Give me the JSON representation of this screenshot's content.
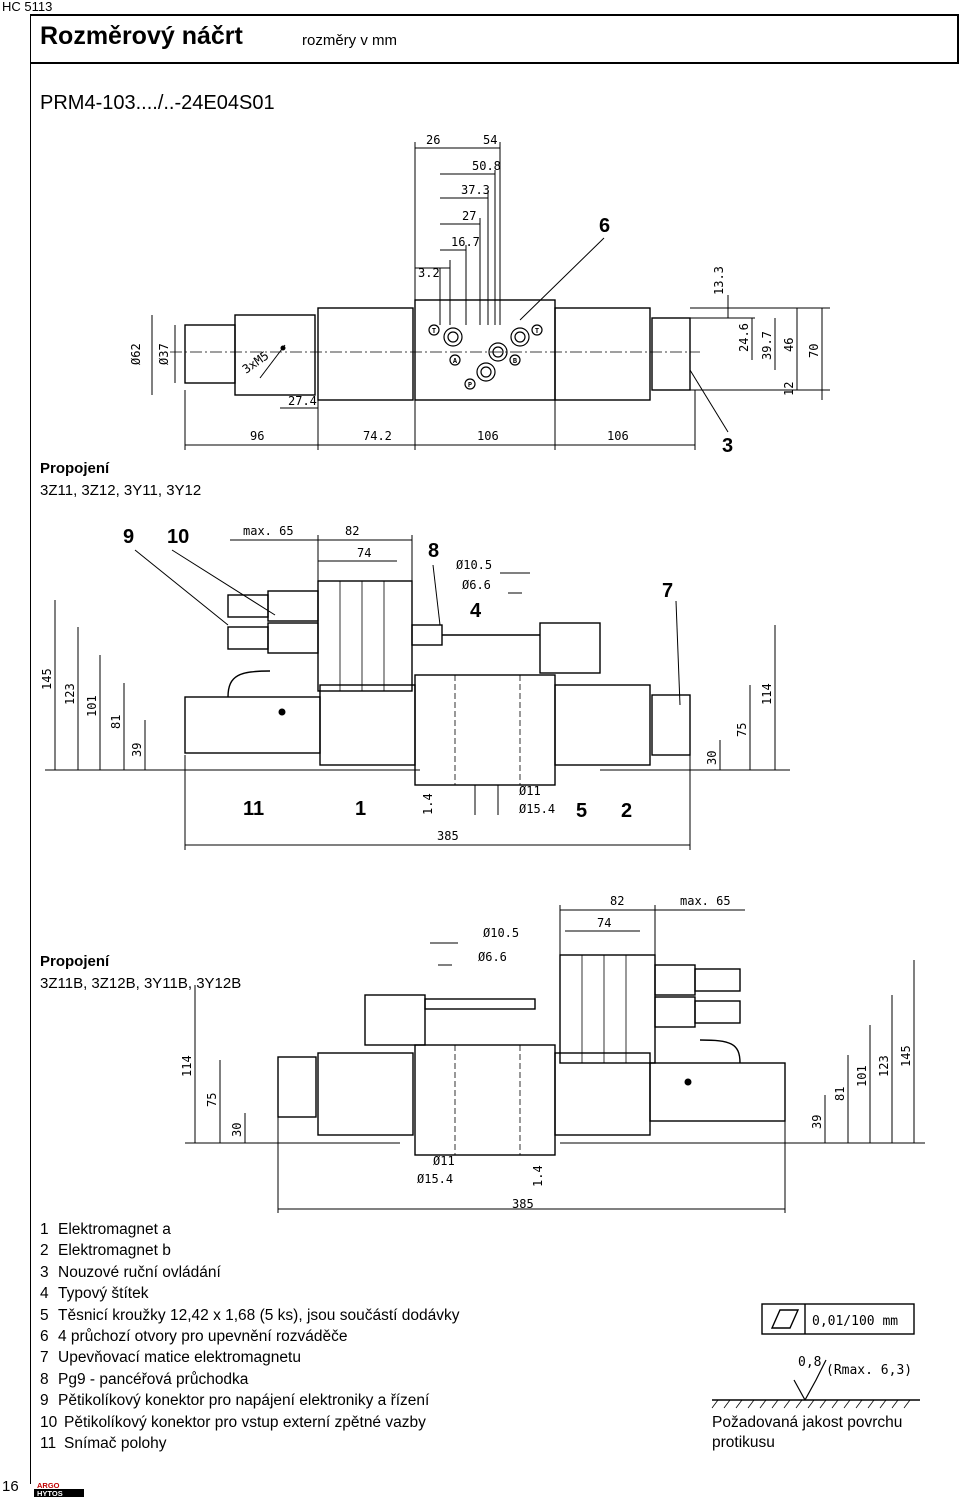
{
  "header": {
    "doc_code": "HC 5113",
    "title": "Rozměrový náčrt",
    "units": "rozměry v mm",
    "model": "PRM4-103..../..-24E04S01"
  },
  "connection1": {
    "heading": "Propojení",
    "variants": "3Z11, 3Z12, 3Y11, 3Y12"
  },
  "connection2": {
    "heading": "Propojení",
    "variants": "3Z11B, 3Z12B, 3Y11B, 3Y12B"
  },
  "top_view": {
    "dims": {
      "d26": "26",
      "d54": "54",
      "d50_8": "50.8",
      "d37_3": "37.3",
      "d27": "27",
      "d16_7": "16.7",
      "d3_2": "3.2",
      "d13_3": "13.3",
      "d24_6": "24.6",
      "d39_7": "39.7",
      "d46": "46",
      "d70": "70",
      "d12": "12",
      "d62": "Ø62",
      "d37": "Ø37",
      "m5": "3xM5",
      "d27_4": "27.4",
      "d96": "96",
      "d74_2": "74.2",
      "d106a": "106",
      "d106b": "106"
    },
    "ports": {
      "t1": "T",
      "t2": "T",
      "a": "A",
      "b": "B",
      "p": "P"
    },
    "labels": {
      "six": "6",
      "three": "3"
    }
  },
  "side_view1": {
    "dims": {
      "max65": "max. 65",
      "d82": "82",
      "d74": "74",
      "d10_5": "Ø10.5",
      "d6_6": "Ø6.6",
      "d145": "145",
      "d123": "123",
      "d101": "101",
      "d81": "81",
      "d39": "39",
      "d114": "114",
      "d75": "75",
      "d30": "30",
      "d1_4": "1.4",
      "d11": "Ø11",
      "d15_4": "Ø15.4",
      "d385": "385"
    },
    "labels": {
      "nine": "9",
      "ten": "10",
      "eight": "8",
      "four": "4",
      "seven": "7",
      "eleven": "11",
      "one": "1",
      "five": "5",
      "two": "2"
    }
  },
  "side_view2": {
    "dims": {
      "d82": "82",
      "max65": "max. 65",
      "d74": "74",
      "d10_5": "Ø10.5",
      "d6_6": "Ø6.6",
      "d114": "114",
      "d75": "75",
      "d30": "30",
      "d39": "39",
      "d81": "81",
      "d101": "101",
      "d123": "123",
      "d145": "145",
      "d11": "Ø11",
      "d15_4": "Ø15.4",
      "d1_4": "1.4",
      "d385": "385"
    }
  },
  "legend": [
    {
      "num": "1",
      "text": "Elektromagnet a"
    },
    {
      "num": "2",
      "text": "Elektromagnet b"
    },
    {
      "num": "3",
      "text": "Nouzové ruční ovládání"
    },
    {
      "num": "4",
      "text": "Typový štítek"
    },
    {
      "num": "5",
      "text": "Těsnicí kroužky 12,42 x 1,68 (5 ks), jsou součástí dodávky"
    },
    {
      "num": "6",
      "text": "4 průchozí otvory pro upevnění rozváděče"
    },
    {
      "num": "7",
      "text": "Upevňovací matice elektromagnetu"
    },
    {
      "num": "8",
      "text": "Pg9 - pancéřová průchodka"
    },
    {
      "num": "9",
      "text": "Pětikolíkový konektor pro napájení elektroniky a řízení"
    },
    {
      "num": "10",
      "text": "Pětikolíkový konektor pro vstup externí zpětné vazby"
    },
    {
      "num": "11",
      "text": "Snímač polohy"
    }
  ],
  "surface": {
    "flatness": "0,01/100 mm",
    "roughness": "0,8",
    "rmax": "(Rmax. 6,3)",
    "caption_line1": "Požadovaná jakost povrchu",
    "caption_line2": "protikusu"
  },
  "footer": {
    "page": "16",
    "logo_line1": "ARGO",
    "logo_line2": "HYTOS"
  }
}
